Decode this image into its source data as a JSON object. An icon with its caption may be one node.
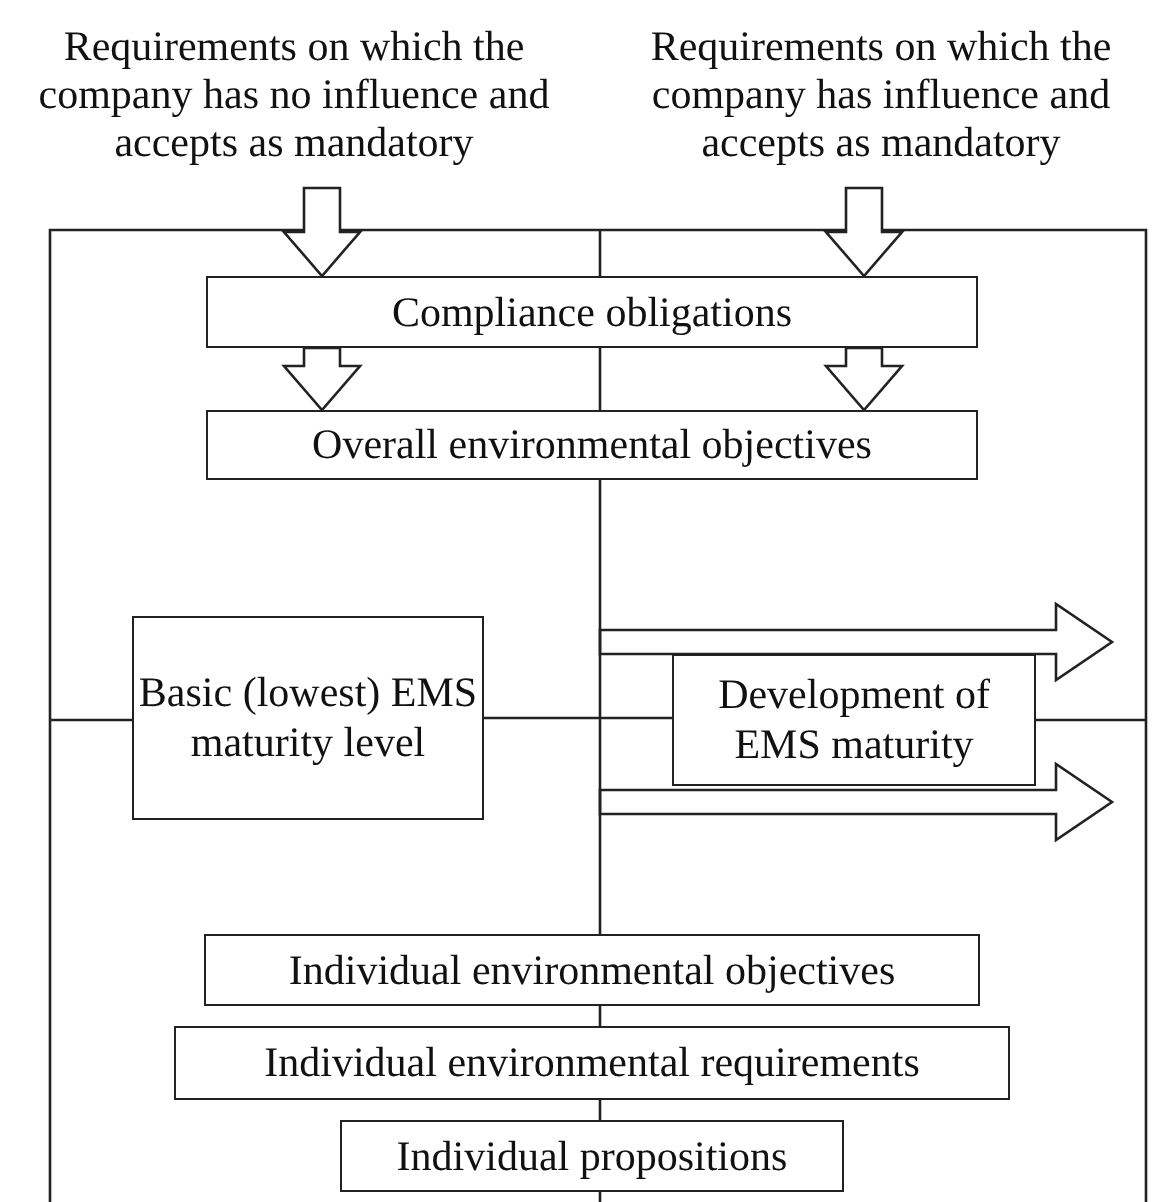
{
  "diagram": {
    "nodes": [
      {
        "text": [
          "Requirements on which the company has no influence and accepts as mandatory"
        ]
      },
      {
        "text": [
          "Requirements on which the company has influence and accepts as mandatory"
        ]
      },
      {
        "text": [
          "Compliance obligations"
        ]
      },
      {
        "text": [
          "Overall environmental objectives"
        ]
      },
      {
        "text": [
          "Basic (lowest) EMS maturity level"
        ]
      },
      {
        "text": [
          "Development of EMS maturity"
        ]
      },
      {
        "text": [
          "Individual environmental objectives"
        ]
      },
      {
        "text": [
          "Individual environmental requirements"
        ]
      },
      {
        "text": [
          "Individual propositions"
        ]
      }
    ],
    "edges": [
      {
        "from": 0,
        "to": 2,
        "arrow": "to"
      },
      {
        "from": 1,
        "to": 2,
        "arrow": "to"
      },
      {
        "from": 2,
        "to": 3,
        "arrow": "to"
      },
      {
        "from": 2,
        "to": 3,
        "arrow": "to"
      },
      {
        "from": 2,
        "to": 3,
        "arrow": "none"
      },
      {
        "from": 3,
        "to": 6,
        "arrow": "none"
      },
      {
        "from": 4,
        "to": 5,
        "arrow": "none"
      },
      {
        "from": 6,
        "to": 7,
        "arrow": "none"
      },
      {
        "from": 7,
        "to": 8,
        "arrow": "none"
      }
    ]
  }
}
